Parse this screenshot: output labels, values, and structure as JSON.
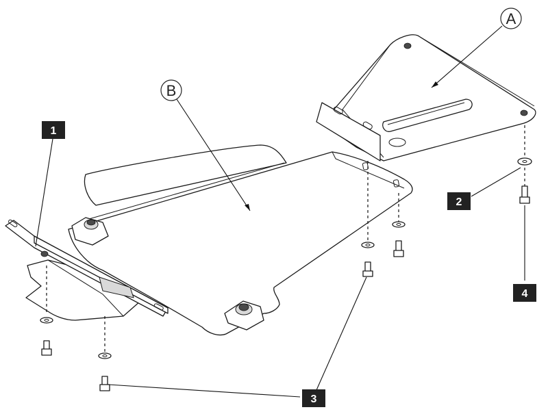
{
  "callouts": {
    "part_a": "A",
    "part_b": "B",
    "item_1": "1",
    "item_2": "2",
    "item_3": "3",
    "item_4": "4"
  },
  "colors": {
    "line": "#1a1a1a",
    "callout_fill": "#222222",
    "background": "#ffffff"
  }
}
